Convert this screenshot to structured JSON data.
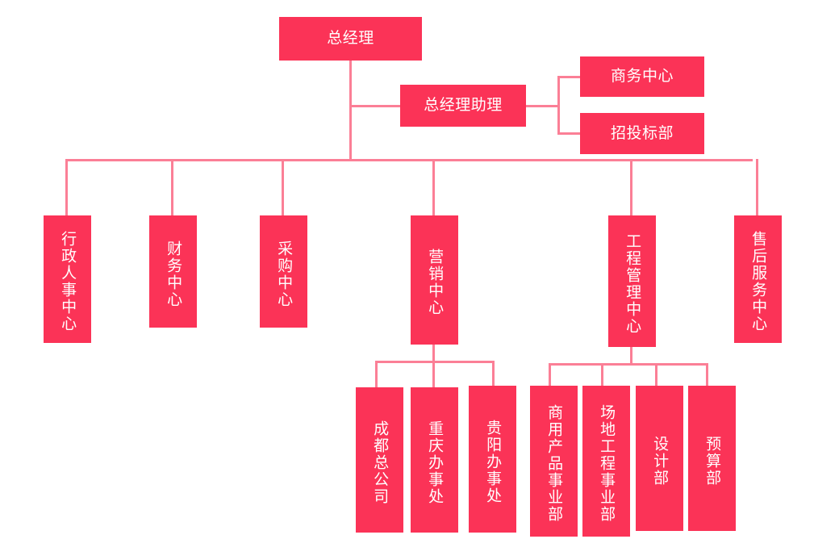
{
  "chart_data": {
    "type": "diagram",
    "diagram_kind": "organization-chart",
    "title": "",
    "colors": {
      "node_fill": "#fb3357",
      "node_text": "#ffffff",
      "connector": "#fb7f96",
      "background": "#ffffff"
    },
    "levels": [
      [
        "总经理"
      ],
      [
        "总经理助理",
        "商务中心",
        "招投标部"
      ],
      [
        "行政人事中心",
        "财务中心",
        "采购中心",
        "营销中心",
        "工程管理中心",
        "售后服务中心"
      ],
      [
        "成都总公司",
        "重庆办事处",
        "贵阳办事处",
        "商用产品事业部",
        "场地工程事业部",
        "设计部",
        "预算部"
      ]
    ],
    "edges": [
      {
        "from": "总经理",
        "to": "总经理助理"
      },
      {
        "from": "总经理助理",
        "to": "商务中心"
      },
      {
        "from": "总经理助理",
        "to": "招投标部"
      },
      {
        "from": "总经理",
        "to": "行政人事中心"
      },
      {
        "from": "总经理",
        "to": "财务中心"
      },
      {
        "from": "总经理",
        "to": "采购中心"
      },
      {
        "from": "总经理",
        "to": "营销中心"
      },
      {
        "from": "总经理",
        "to": "工程管理中心"
      },
      {
        "from": "总经理",
        "to": "售后服务中心"
      },
      {
        "from": "营销中心",
        "to": "成都总公司"
      },
      {
        "from": "营销中心",
        "to": "重庆办事处"
      },
      {
        "from": "营销中心",
        "to": "贵阳办事处"
      },
      {
        "from": "工程管理中心",
        "to": "商用产品事业部"
      },
      {
        "from": "工程管理中心",
        "to": "场地工程事业部"
      },
      {
        "from": "工程管理中心",
        "to": "设计部"
      },
      {
        "from": "工程管理中心",
        "to": "预算部"
      }
    ]
  },
  "nodes": {
    "general_manager": {
      "label": "总经理"
    },
    "gm_assistant": {
      "label": "总经理助理"
    },
    "business_center": {
      "label": "商务中心"
    },
    "bidding_dept": {
      "label": "招投标部"
    },
    "admin_hr_center": {
      "label": "行政人事中心"
    },
    "finance_center": {
      "label": "财务中心"
    },
    "procurement_center": {
      "label": "采购中心"
    },
    "marketing_center": {
      "label": "营销中心"
    },
    "engineering_mgmt_center": {
      "label": "工程管理中心"
    },
    "after_sales_center": {
      "label": "售后服务中心"
    },
    "chengdu_head_office": {
      "label": "成都总公司"
    },
    "chongqing_office": {
      "label": "重庆办事处"
    },
    "guiyang_office": {
      "label": "贵阳办事处"
    },
    "commercial_product_div": {
      "label": "商用产品事业部"
    },
    "site_engineering_div": {
      "label": "场地工程事业部"
    },
    "design_dept": {
      "label": "设计部"
    },
    "budget_dept": {
      "label": "预算部"
    }
  }
}
